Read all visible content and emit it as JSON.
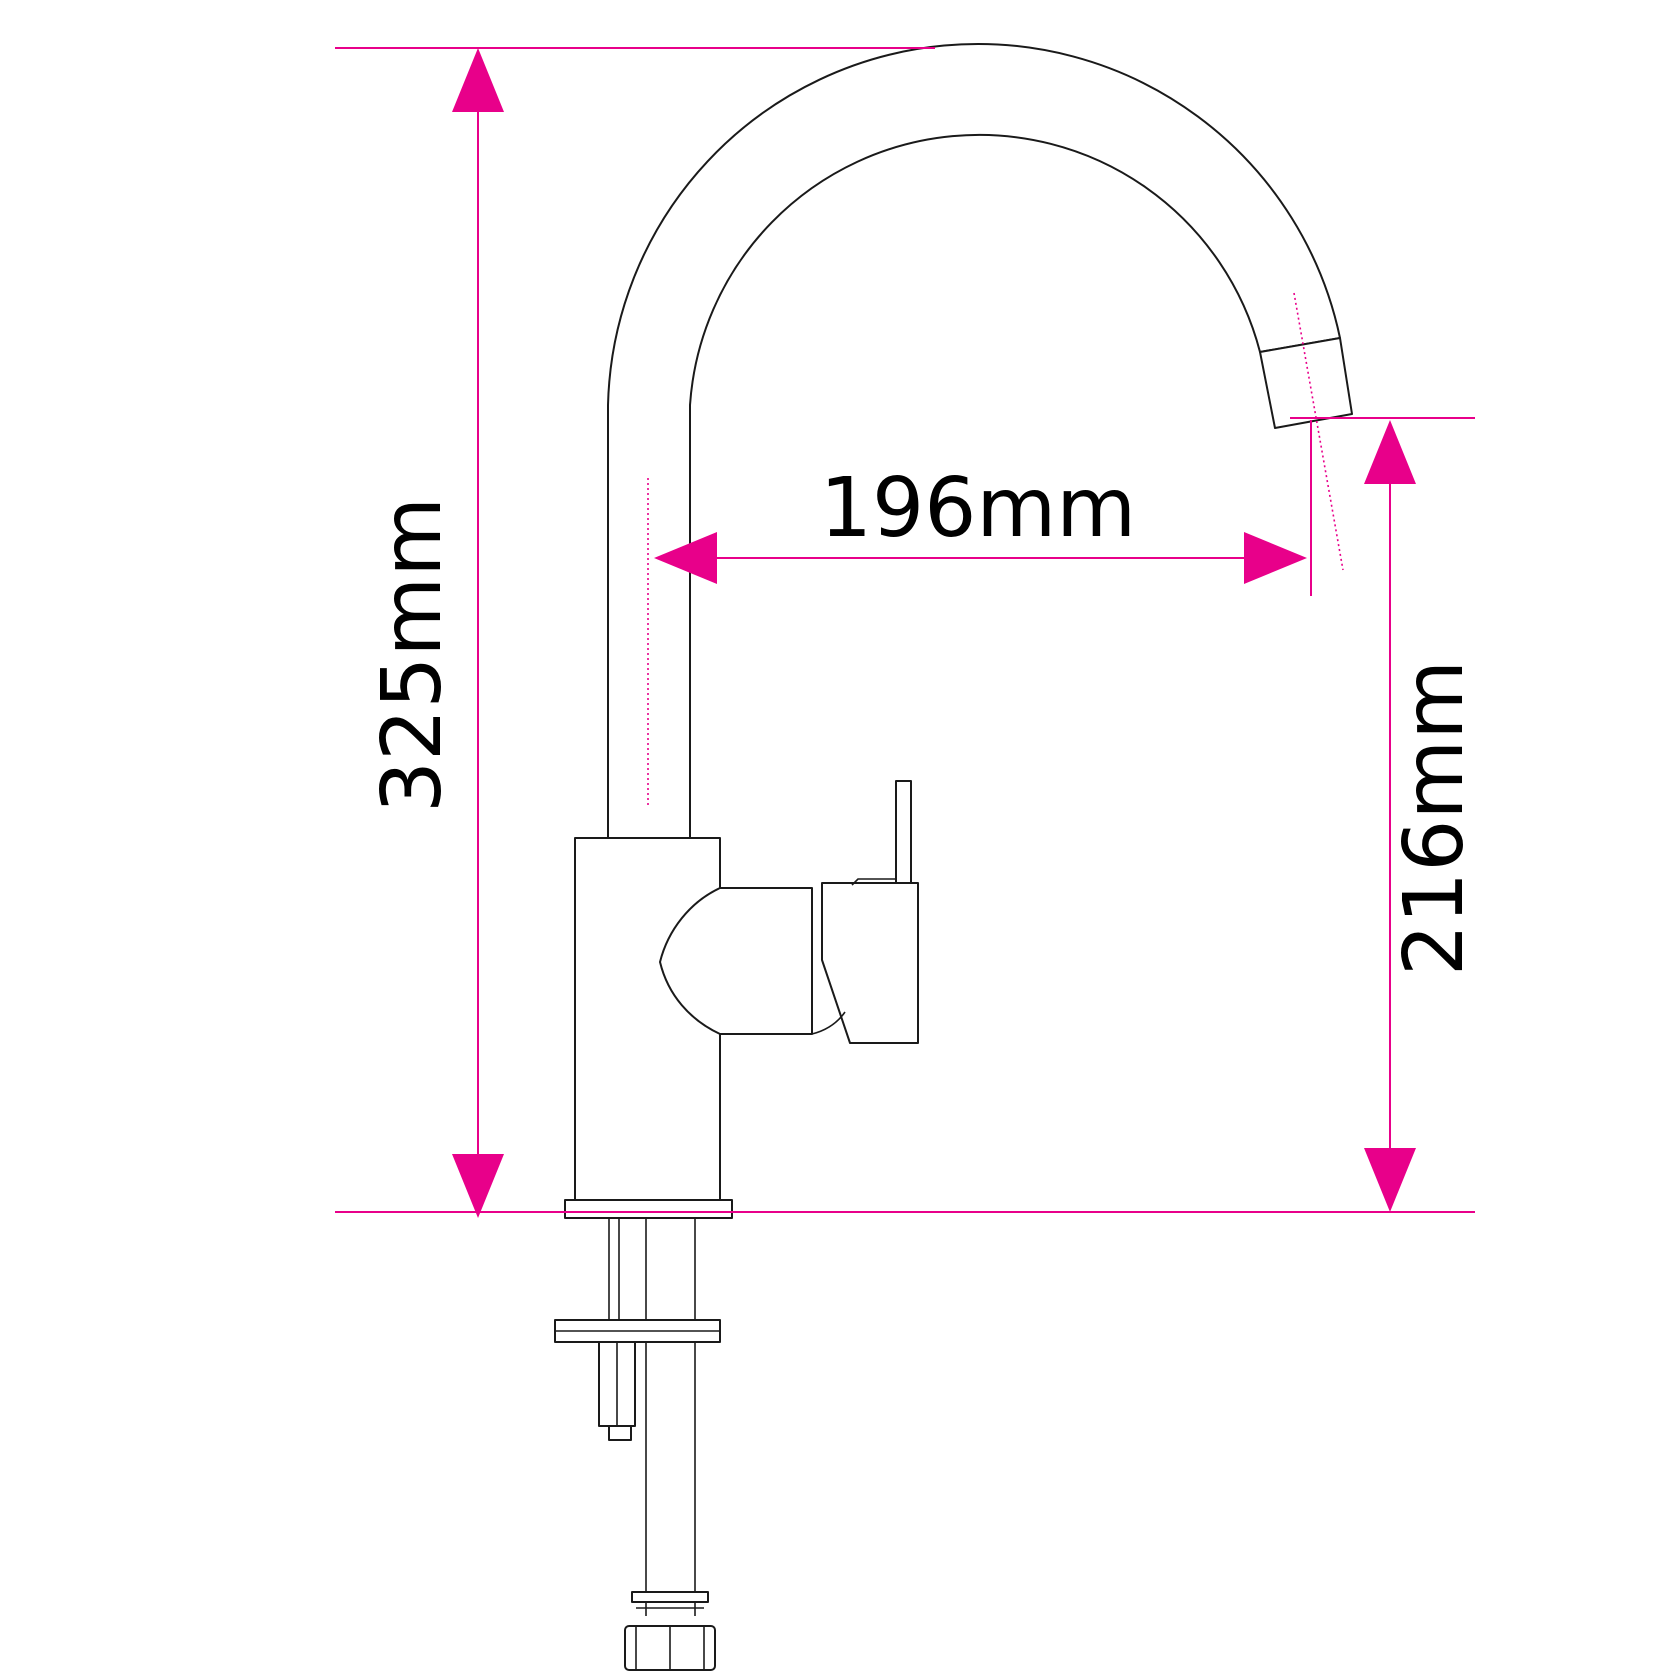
{
  "dimensions": {
    "total_height": "325mm",
    "reach": "196mm",
    "spout_height": "216mm"
  },
  "colors": {
    "dimension_lines": "#e8008a",
    "outline": "#1a1a1a",
    "background": "#ffffff"
  }
}
